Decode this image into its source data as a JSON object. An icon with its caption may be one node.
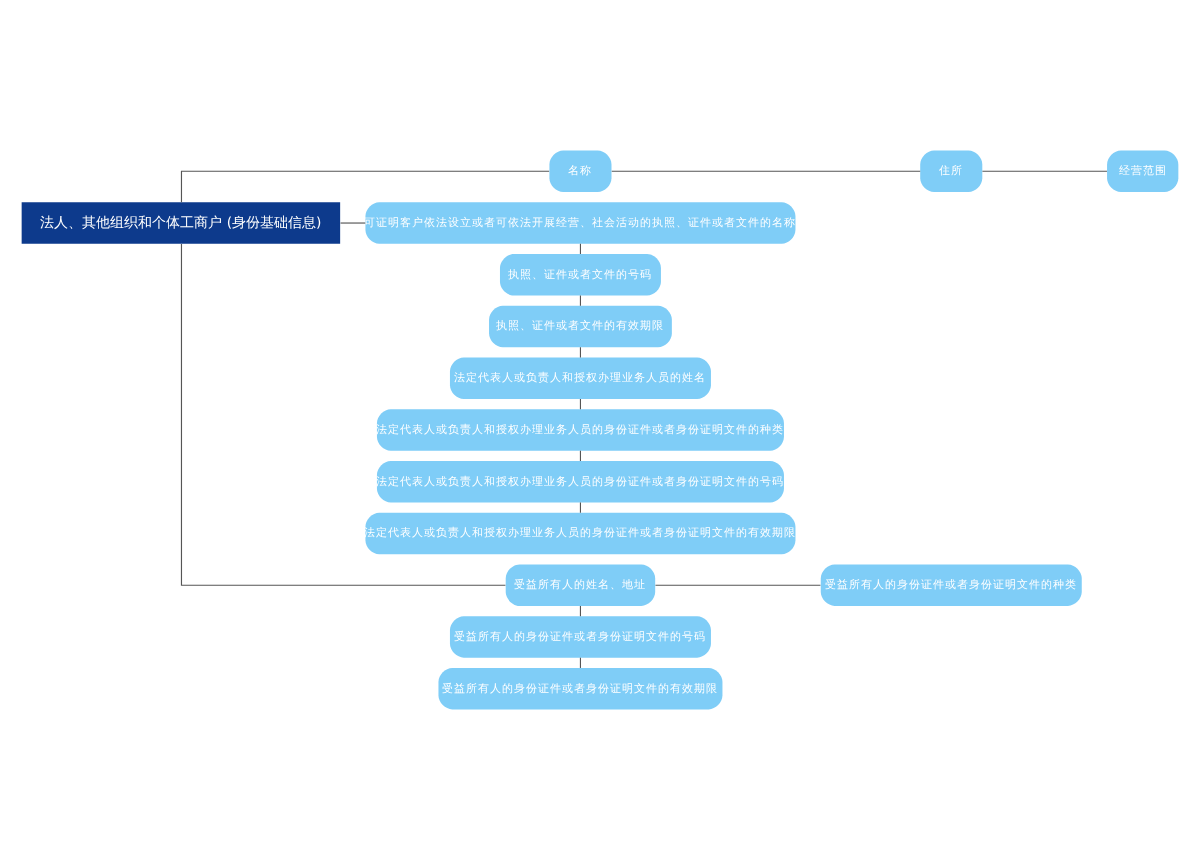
{
  "diagram": {
    "nodes": [
      {
        "text": [
          "法人、其他组织和个体工商户 (身份基础信息)"
        ]
      },
      {
        "text": [
          "名称"
        ]
      },
      {
        "text": [
          "住所"
        ]
      },
      {
        "text": [
          "经营范围"
        ]
      },
      {
        "text": [
          "可证明客户依法设立或者可依法开展经营、社会活动的执照、证件或者文件的名称"
        ]
      },
      {
        "text": [
          "执照、证件或者文件的号码"
        ]
      },
      {
        "text": [
          "执照、证件或者文件的有效期限"
        ]
      },
      {
        "text": [
          "法定代表人或负责人和授权办理业务人员的姓名"
        ]
      },
      {
        "text": [
          "法定代表人或负责人和授权办理业务人员的身份证件或者身份证明文件的种类"
        ]
      },
      {
        "text": [
          "法定代表人或负责人和授权办理业务人员的身份证件或者身份证明文件的号码"
        ]
      },
      {
        "text": [
          "法定代表人或负责人和授权办理业务人员的身份证件或者身份证明文件的有效期限"
        ]
      },
      {
        "text": [
          "受益所有人的姓名、地址"
        ]
      },
      {
        "text": [
          "受益所有人的身份证件或者身份证明文件的种类"
        ]
      },
      {
        "text": [
          "受益所有人的身份证件或者身份证明文件的号码"
        ]
      },
      {
        "text": [
          "受益所有人的身份证件或者身份证明文件的有效期限"
        ]
      }
    ],
    "edges": [
      {
        "from": 0,
        "to": 1,
        "arrow": "none"
      },
      {
        "from": 0,
        "to": 4,
        "arrow": "none"
      },
      {
        "from": 0,
        "to": 11,
        "arrow": "none"
      },
      {
        "from": 1,
        "to": 2,
        "arrow": "none"
      },
      {
        "from": 2,
        "to": 3,
        "arrow": "none"
      },
      {
        "from": 4,
        "to": 5,
        "arrow": "none"
      },
      {
        "from": 5,
        "to": 6,
        "arrow": "none"
      },
      {
        "from": 6,
        "to": 7,
        "arrow": "none"
      },
      {
        "from": 7,
        "to": 8,
        "arrow": "none"
      },
      {
        "from": 8,
        "to": 9,
        "arrow": "none"
      },
      {
        "from": 9,
        "to": 10,
        "arrow": "none"
      },
      {
        "from": 11,
        "to": 12,
        "arrow": "none"
      },
      {
        "from": 11,
        "to": 13,
        "arrow": "none"
      },
      {
        "from": 13,
        "to": 14,
        "arrow": "none"
      }
    ]
  }
}
